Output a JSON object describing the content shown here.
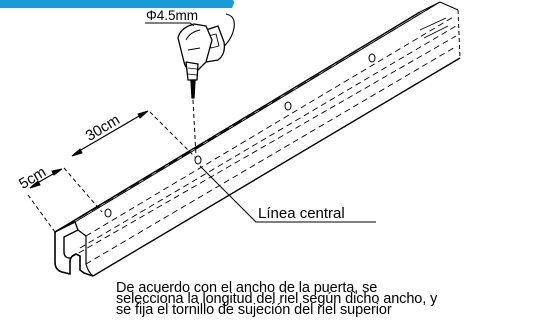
{
  "drill_bit_label": "Φ4.5mm",
  "dimension_30": "30cm",
  "dimension_5": "5cm",
  "center_line_label": "Línea central",
  "caption": [
    "De acuerdo con el ancho de la puerta, se",
    "selecciona la longitud del riel según dicho ancho, y",
    "se fija el tornillo de sujeción del riel superior"
  ],
  "colors": {
    "accent": "#1a9ad6",
    "line": "#000000"
  },
  "icons": [
    "power-drill-icon"
  ]
}
